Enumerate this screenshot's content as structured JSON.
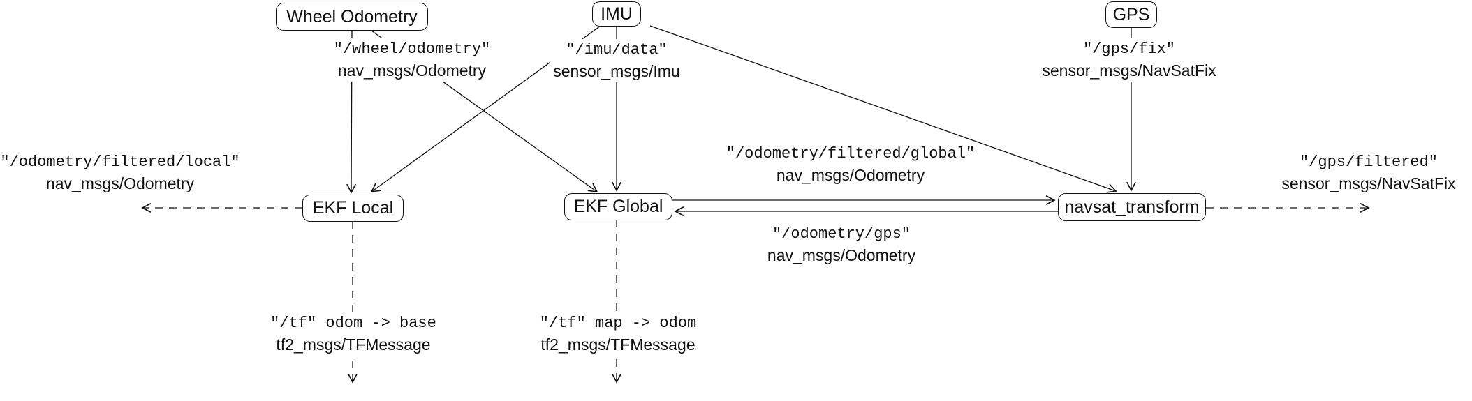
{
  "diagram": {
    "background_color": "#ffffff",
    "line_color": "#111111",
    "nodes": {
      "wheel_odometry": "Wheel Odometry",
      "imu": "IMU",
      "gps": "GPS",
      "ekf_local": "EKF Local",
      "ekf_global": "EKF Global",
      "navsat_transform": "navsat_transform"
    },
    "topics": {
      "wheel": {
        "name": "\"/wheel/odometry\"",
        "type": "nav_msgs/Odometry"
      },
      "imu": {
        "name": "\"/imu/data\"",
        "type": "sensor_msgs/Imu"
      },
      "gps": {
        "name": "\"/gps/fix\"",
        "type": "sensor_msgs/NavSatFix"
      },
      "odom_filtered_local": {
        "name": "\"/odometry/filtered/local\"",
        "type": "nav_msgs/Odometry"
      },
      "odom_filtered_global": {
        "name": "\"/odometry/filtered/global\"",
        "type": "nav_msgs/Odometry"
      },
      "odom_gps": {
        "name": "\"/odometry/gps\"",
        "type": "nav_msgs/Odometry"
      },
      "gps_filtered": {
        "name": "\"/gps/filtered\"",
        "type": "sensor_msgs/NavSatFix"
      },
      "tf_odom_base": {
        "name": "\"/tf\" odom -> base",
        "type": "tf2_msgs/TFMessage"
      },
      "tf_map_odom": {
        "name": "\"/tf\" map -> odom",
        "type": "tf2_msgs/TFMessage"
      }
    }
  }
}
